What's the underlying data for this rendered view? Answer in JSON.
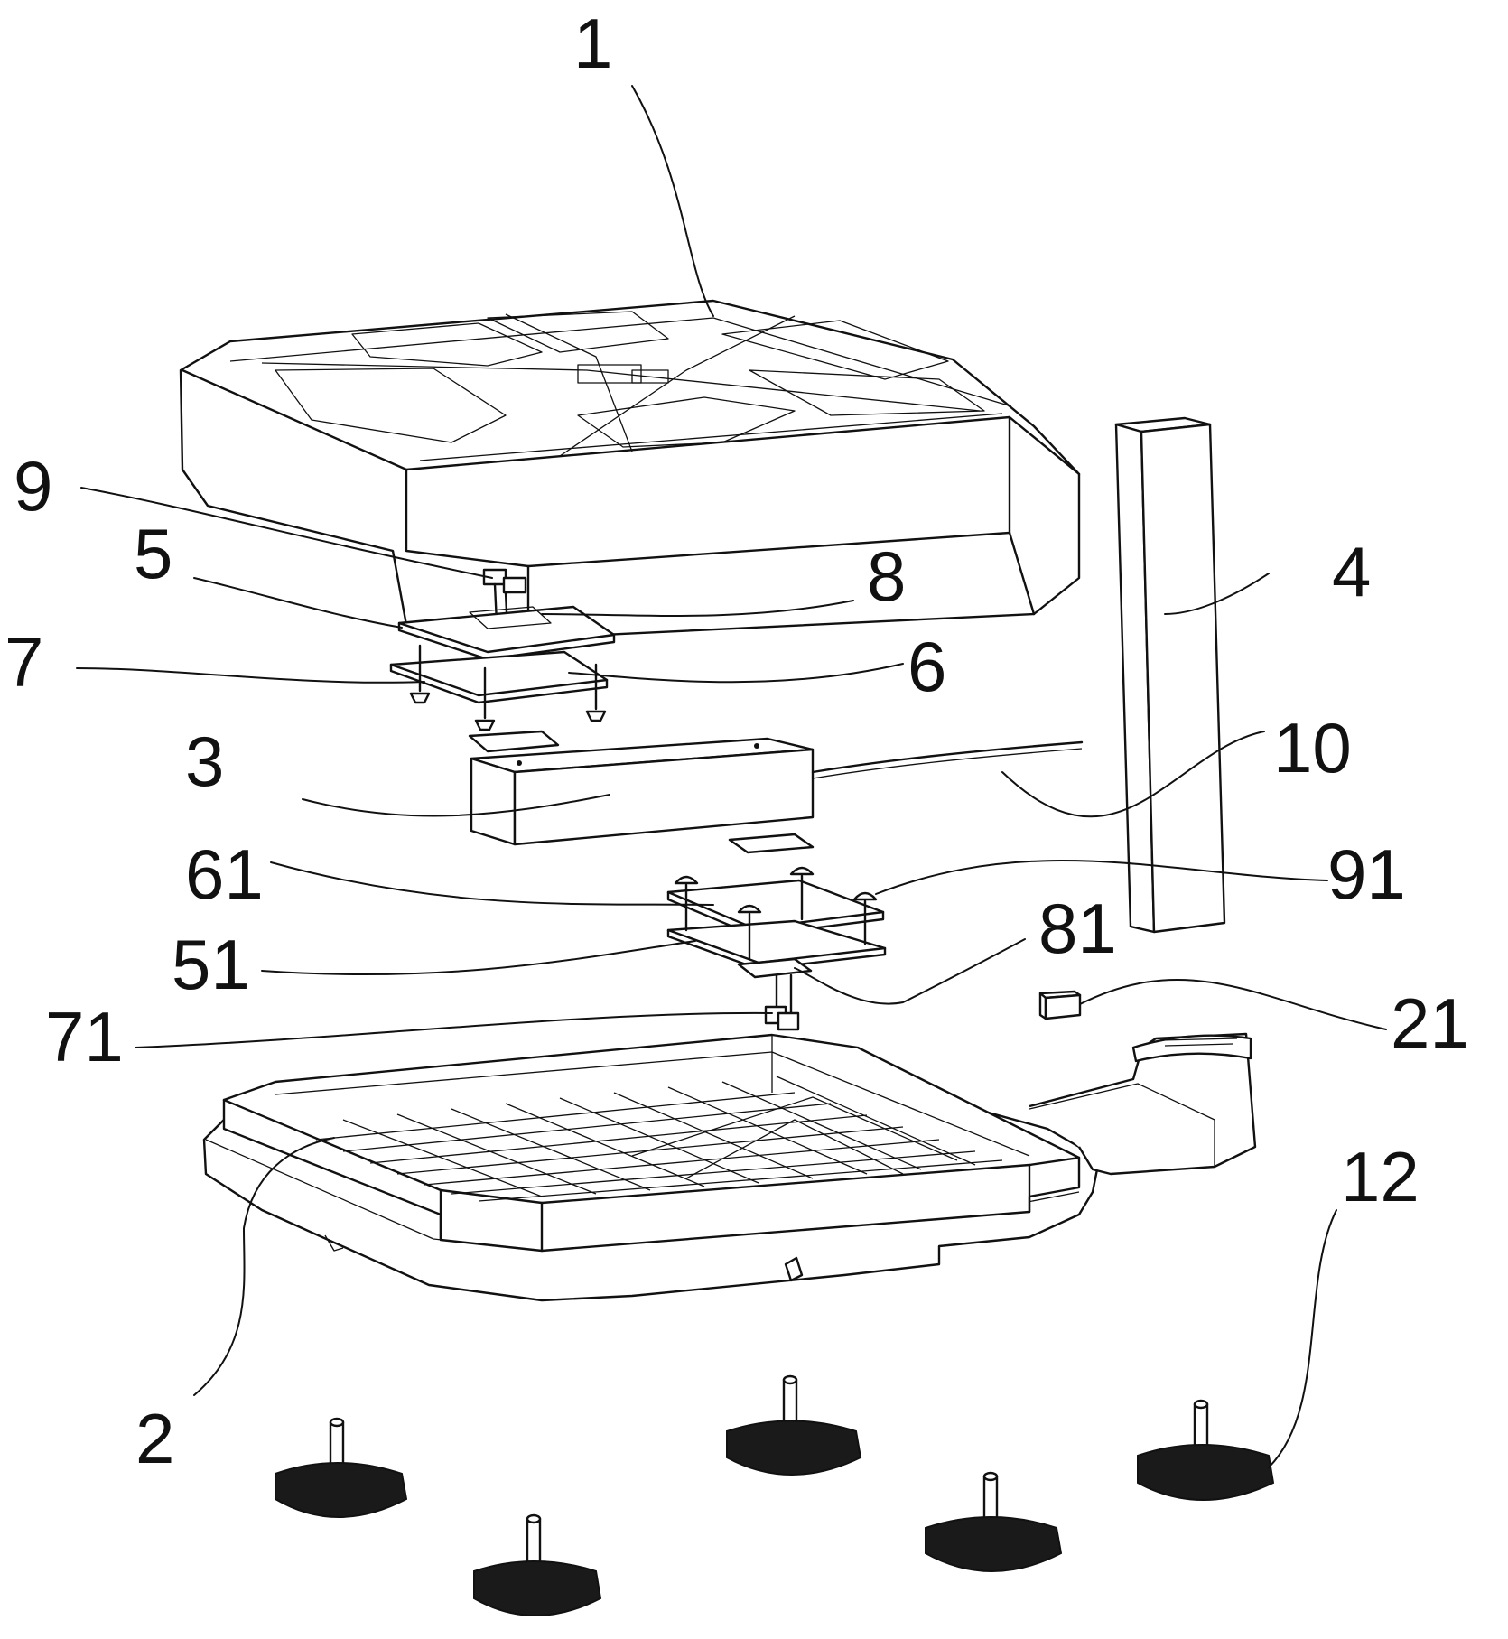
{
  "labels": [
    {
      "id": "1",
      "text": "1"
    },
    {
      "id": "2",
      "text": "2"
    },
    {
      "id": "3",
      "text": "3"
    },
    {
      "id": "4",
      "text": "4"
    },
    {
      "id": "5",
      "text": "5"
    },
    {
      "id": "6",
      "text": "6"
    },
    {
      "id": "7",
      "text": "7"
    },
    {
      "id": "8",
      "text": "8"
    },
    {
      "id": "9",
      "text": "9"
    },
    {
      "id": "10",
      "text": "10"
    },
    {
      "id": "12",
      "text": "12"
    },
    {
      "id": "21",
      "text": "21"
    },
    {
      "id": "51",
      "text": "51"
    },
    {
      "id": "61",
      "text": "61"
    },
    {
      "id": "71",
      "text": "71"
    },
    {
      "id": "81",
      "text": "81"
    },
    {
      "id": "91",
      "text": "91"
    }
  ]
}
